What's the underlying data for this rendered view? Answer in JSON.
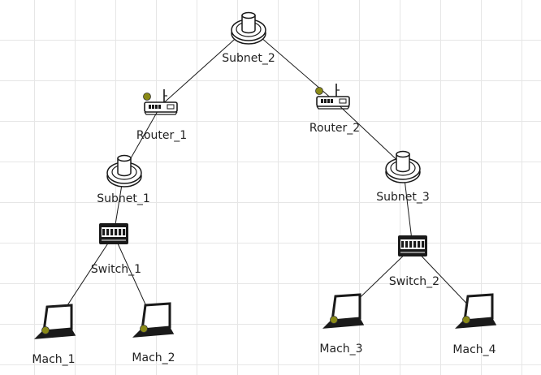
{
  "diagram": {
    "nodes": [
      {
        "id": "subnet_2",
        "type": "subnet",
        "label": "Subnet_2",
        "status": null
      },
      {
        "id": "router_1",
        "type": "router",
        "label": "Router_1",
        "status": "olive"
      },
      {
        "id": "router_2",
        "type": "router",
        "label": "Router_2",
        "status": "olive"
      },
      {
        "id": "subnet_1",
        "type": "subnet",
        "label": "Subnet_1",
        "status": null
      },
      {
        "id": "subnet_3",
        "type": "subnet",
        "label": "Subnet_3",
        "status": null
      },
      {
        "id": "switch_1",
        "type": "switch",
        "label": "Switch_1",
        "status": null
      },
      {
        "id": "switch_2",
        "type": "switch",
        "label": "Switch_2",
        "status": null
      },
      {
        "id": "mach_1",
        "type": "laptop",
        "label": "Mach_1",
        "status": "olive"
      },
      {
        "id": "mach_2",
        "type": "laptop",
        "label": "Mach_2",
        "status": "olive"
      },
      {
        "id": "mach_3",
        "type": "laptop",
        "label": "Mach_3",
        "status": "olive"
      },
      {
        "id": "mach_4",
        "type": "laptop",
        "label": "Mach_4",
        "status": "olive"
      }
    ],
    "edges": [
      [
        "subnet_2",
        "router_1"
      ],
      [
        "subnet_2",
        "router_2"
      ],
      [
        "router_1",
        "subnet_1"
      ],
      [
        "router_2",
        "subnet_3"
      ],
      [
        "subnet_1",
        "switch_1"
      ],
      [
        "subnet_3",
        "switch_2"
      ],
      [
        "switch_1",
        "mach_1"
      ],
      [
        "switch_1",
        "mach_2"
      ],
      [
        "switch_2",
        "mach_3"
      ],
      [
        "switch_2",
        "mach_4"
      ]
    ],
    "colors": {
      "line": "#1a1a1a",
      "status": "#8a8a16",
      "grid": "#e6e6e6"
    },
    "icons": {
      "subnet": "subnet-cylinder-icon",
      "router": "router-icon",
      "switch": "switch-icon",
      "laptop": "laptop-icon"
    }
  }
}
